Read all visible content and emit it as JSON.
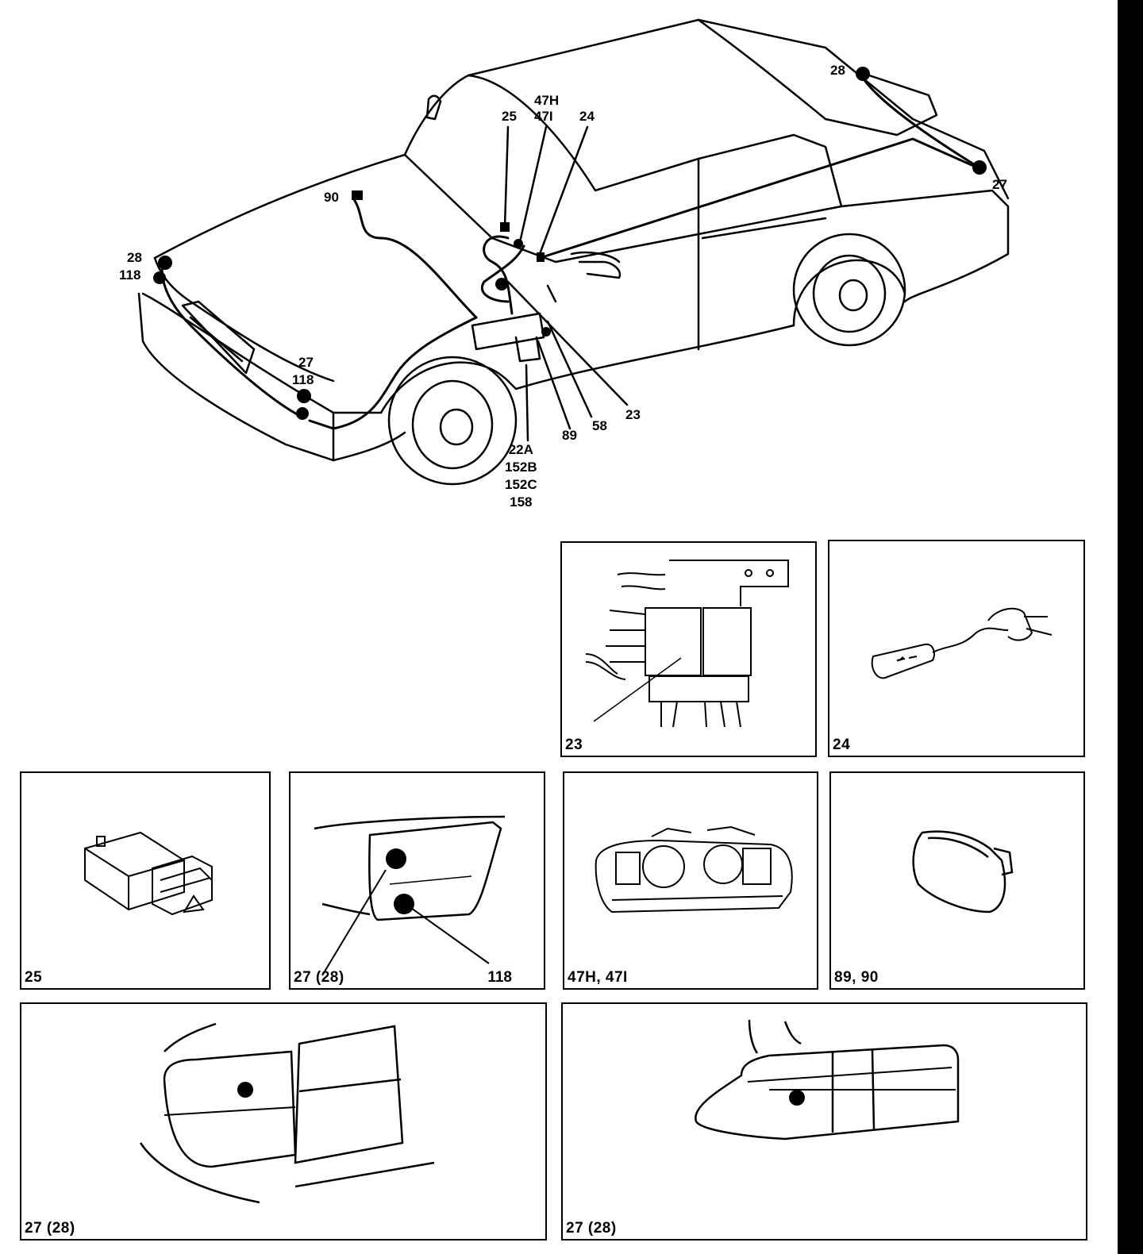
{
  "overview": {
    "callouts": {
      "c28_rear": "28",
      "c47h": "47H",
      "c47i": "47I",
      "c25": "25",
      "c24": "24",
      "c90": "90",
      "c28_front": "28",
      "c118_front": "118",
      "c27_front": "27",
      "c118_front2": "118",
      "c89": "89",
      "c58": "58",
      "c23": "23",
      "c27_rear": "27",
      "stack_22a": "22A",
      "stack_152b": "152B",
      "stack_152c": "152C",
      "stack_158": "158"
    }
  },
  "panels": {
    "p23": {
      "caption": "23"
    },
    "p24": {
      "caption": "24"
    },
    "p25": {
      "caption": "25"
    },
    "p27_118": {
      "caption": "27 (28)",
      "caption_right": "118"
    },
    "p47": {
      "caption": "47H, 47I"
    },
    "p89": {
      "caption": "89, 90"
    },
    "p27_front": {
      "caption": "27 (28)"
    },
    "p27_rear": {
      "caption": "27 (28)"
    }
  }
}
